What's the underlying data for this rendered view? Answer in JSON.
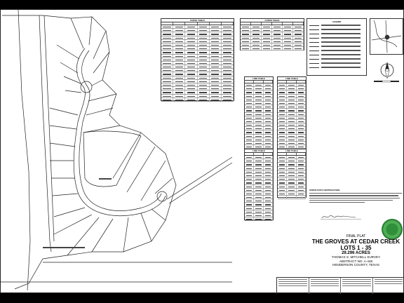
{
  "title_block": {
    "final": "FINAL PLAT",
    "name": "THE GROVES AT CEDAR CREEK",
    "lots": "LOTS 1 - 35",
    "acres": "29.296 ACRES",
    "survey": "THOMAS S. MITCHELL SURVEY",
    "abstract": "ABSTRACT NO. A-448",
    "county": "HENDERSON COUNTY, TEXAS"
  },
  "tables": {
    "curve_table_label": "CURVE TABLE",
    "line_table_label": "LINE TABLE"
  },
  "legend": {
    "label": "LEGEND"
  },
  "certification": {
    "label": "SURVEYOR'S CERTIFICATION"
  },
  "colors": {
    "paper": "#ffffff",
    "frame": "#000000",
    "seal": "#3d9a45"
  }
}
